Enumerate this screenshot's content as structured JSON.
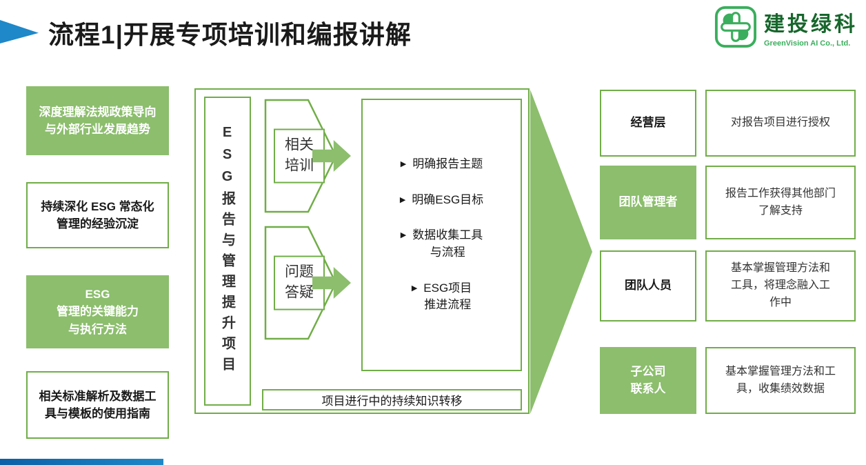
{
  "colors": {
    "green_fill": "#8CBE6D",
    "green_border": "#70AD47",
    "blue_accent": "#1E88C8",
    "blue_bar_dark": "#0B5FA6",
    "title_color": "#1A1A1A",
    "text_color": "#333333",
    "logo_green": "#3AAE5C",
    "logo_text_color": "#17662C"
  },
  "header": {
    "title": "流程1|开展专项培训和编报讲解",
    "logo_name": "建投绿科",
    "logo_subtitle": "GreenVision AI Co., Ltd."
  },
  "left_column": [
    {
      "text": "深度理解法规政策导向\n与外部行业发展趋势",
      "style": "filled"
    },
    {
      "text": "持续深化 ESG 常态化\n管理的经验沉淀",
      "style": "outline"
    },
    {
      "text": "ESG\n管理的关键能力\n与执行方法",
      "style": "filled"
    },
    {
      "text": "相关标准解析及数据工\n具与模板的使用指南",
      "style": "outline"
    }
  ],
  "center": {
    "vertical_label": "ESG报告与管理提升项目",
    "stages": [
      {
        "label": "相关\n培训"
      },
      {
        "label": "问题\n答疑"
      }
    ],
    "bullet_marker": "▶",
    "bullets": [
      "明确报告主题",
      "明确ESG目标",
      "数据收集工具\n与流程",
      "ESG项目\n推进流程"
    ],
    "footer": "项目进行中的持续知识转移"
  },
  "right_column": [
    {
      "role": "经营层",
      "style": "outline",
      "desc": "对报告项目进行授权"
    },
    {
      "role": "团队管理者",
      "style": "filled",
      "desc": "报告工作获得其他部门\n了解支持"
    },
    {
      "role": "团队人员",
      "style": "outline",
      "desc": "基本掌握管理方法和\n工具，将理念融入工\n作中"
    },
    {
      "role": "子公司\n联系人",
      "style": "filled",
      "desc": "基本掌握管理方法和工\n具，收集绩效数据"
    }
  ]
}
